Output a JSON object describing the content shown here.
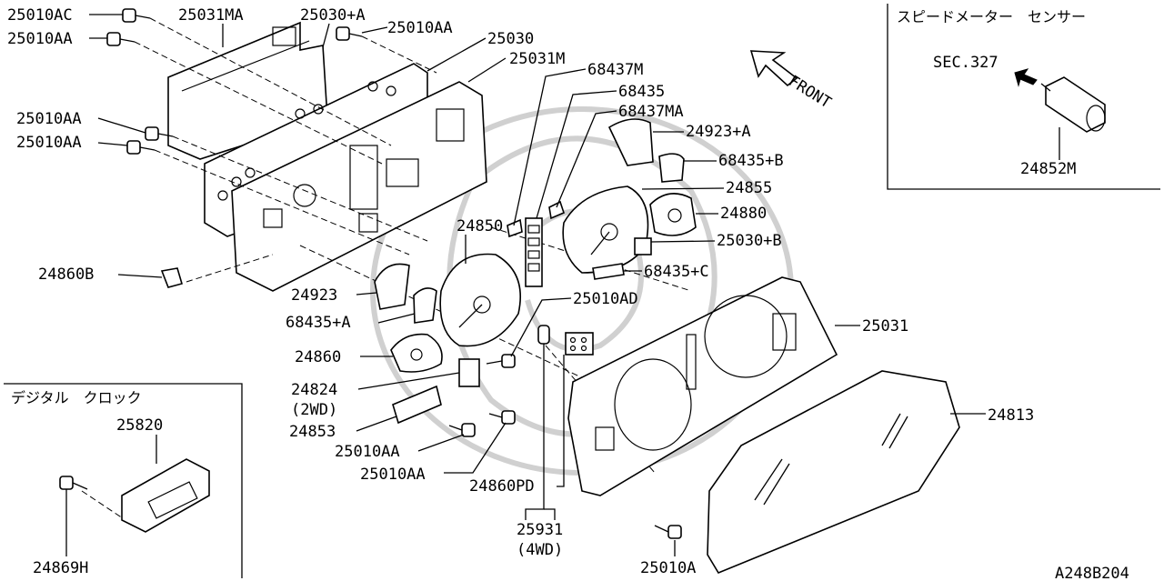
{
  "callouts": [
    "25010AC",
    "25031MA",
    "25030+A",
    "25010AA",
    "25010AA",
    "25030",
    "25031M",
    "68437M",
    "68435",
    "68437MA",
    "25010AA",
    "25010AA",
    "24923+A",
    "68435+B",
    "24855",
    "24880",
    "24850",
    "25030+B",
    "68435+C",
    "24860B",
    "24923",
    "68435+A",
    "25010AD",
    "25031",
    "24860",
    "24824",
    "(2WD)",
    "24813",
    "24853",
    "25010AA",
    "25010AA",
    "24860PD",
    "25820",
    "25931",
    "(4WD)",
    "24869H",
    "25010A"
  ],
  "front_label": "FRONT",
  "speedometer_sensor_box": {
    "title": "スピードメーター　センサー",
    "sec_ref": "SEC.327",
    "part": "24852M"
  },
  "digital_clock_box": {
    "title": "デジタル　クロック",
    "part_top": "25820",
    "part_bottom": "24869H"
  },
  "diagram_code": "A248B204"
}
